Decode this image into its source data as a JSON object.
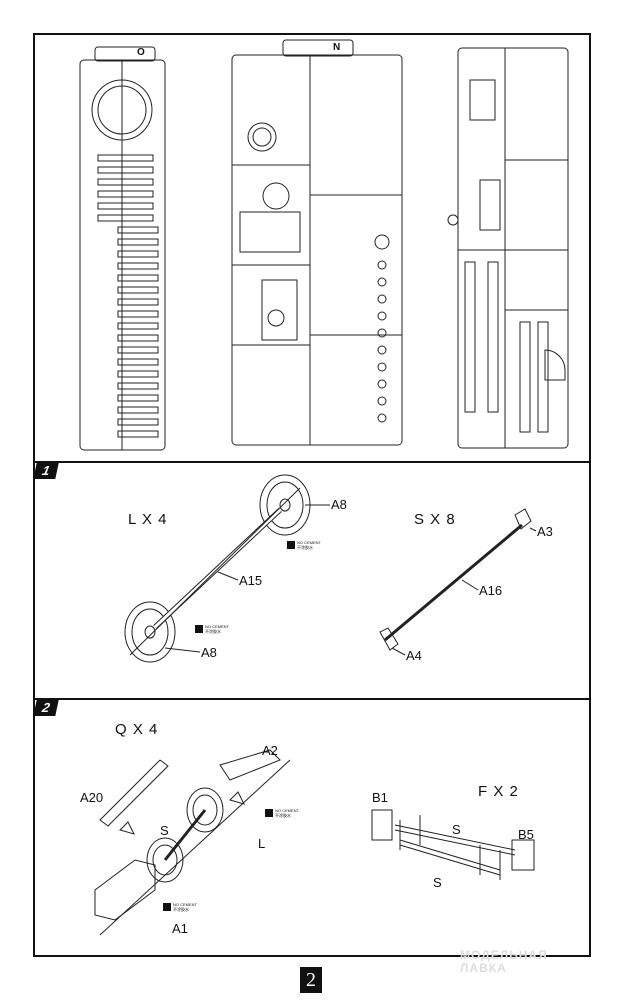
{
  "sprues": [
    {
      "letter": "O"
    },
    {
      "letter": "N"
    },
    {
      "letter": ""
    }
  ],
  "steps": [
    {
      "number": "1",
      "subassemblies": [
        {
          "quantity": "L X 4",
          "parts": [
            "A8",
            "A15",
            "A8"
          ]
        },
        {
          "quantity": "S X 8",
          "parts": [
            "A3",
            "A16",
            "A4"
          ]
        }
      ]
    },
    {
      "number": "2",
      "subassemblies": [
        {
          "quantity": "Q X 4",
          "parts": [
            "A2",
            "A20",
            "S",
            "L",
            "A1"
          ]
        },
        {
          "quantity": "F X 2",
          "parts": [
            "B1",
            "S",
            "B5",
            "S"
          ]
        }
      ]
    }
  ],
  "no_cement": {
    "en": "NO CEMENT",
    "zh": "不涂胶水"
  },
  "page_number": "2",
  "watermark": {
    "line1": "МОДЕЛЬНАЯ",
    "line2": "ЛАВКА"
  }
}
